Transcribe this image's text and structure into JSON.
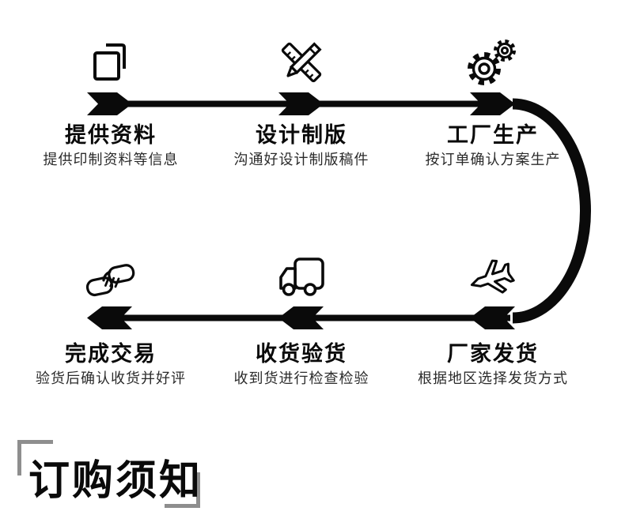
{
  "colors": {
    "ink": "#0a0a0a",
    "subtitle_text": "#2b2b2b",
    "bracket_gray": "#8e8e8e",
    "background": "#ffffff"
  },
  "flow": {
    "top_steps": [
      {
        "title": "提供资料",
        "desc": "提供印制资料等信息",
        "icon": "documents-icon"
      },
      {
        "title": "设计制版",
        "desc": "沟通好设计制版稿件",
        "icon": "ruler-pencil-icon"
      },
      {
        "title": "工厂生产",
        "desc": "按订单确认方案生产",
        "icon": "gears-icon"
      }
    ],
    "bottom_steps": [
      {
        "title": "完成交易",
        "desc": "验货后确认收货并好评",
        "icon": "handshake-icon"
      },
      {
        "title": "收货验货",
        "desc": "收到货进行检查检验",
        "icon": "truck-icon"
      },
      {
        "title": "厂家发货",
        "desc": "根据地区选择发货方式",
        "icon": "airplane-icon"
      }
    ]
  },
  "footer": {
    "heading": "订购须知"
  }
}
